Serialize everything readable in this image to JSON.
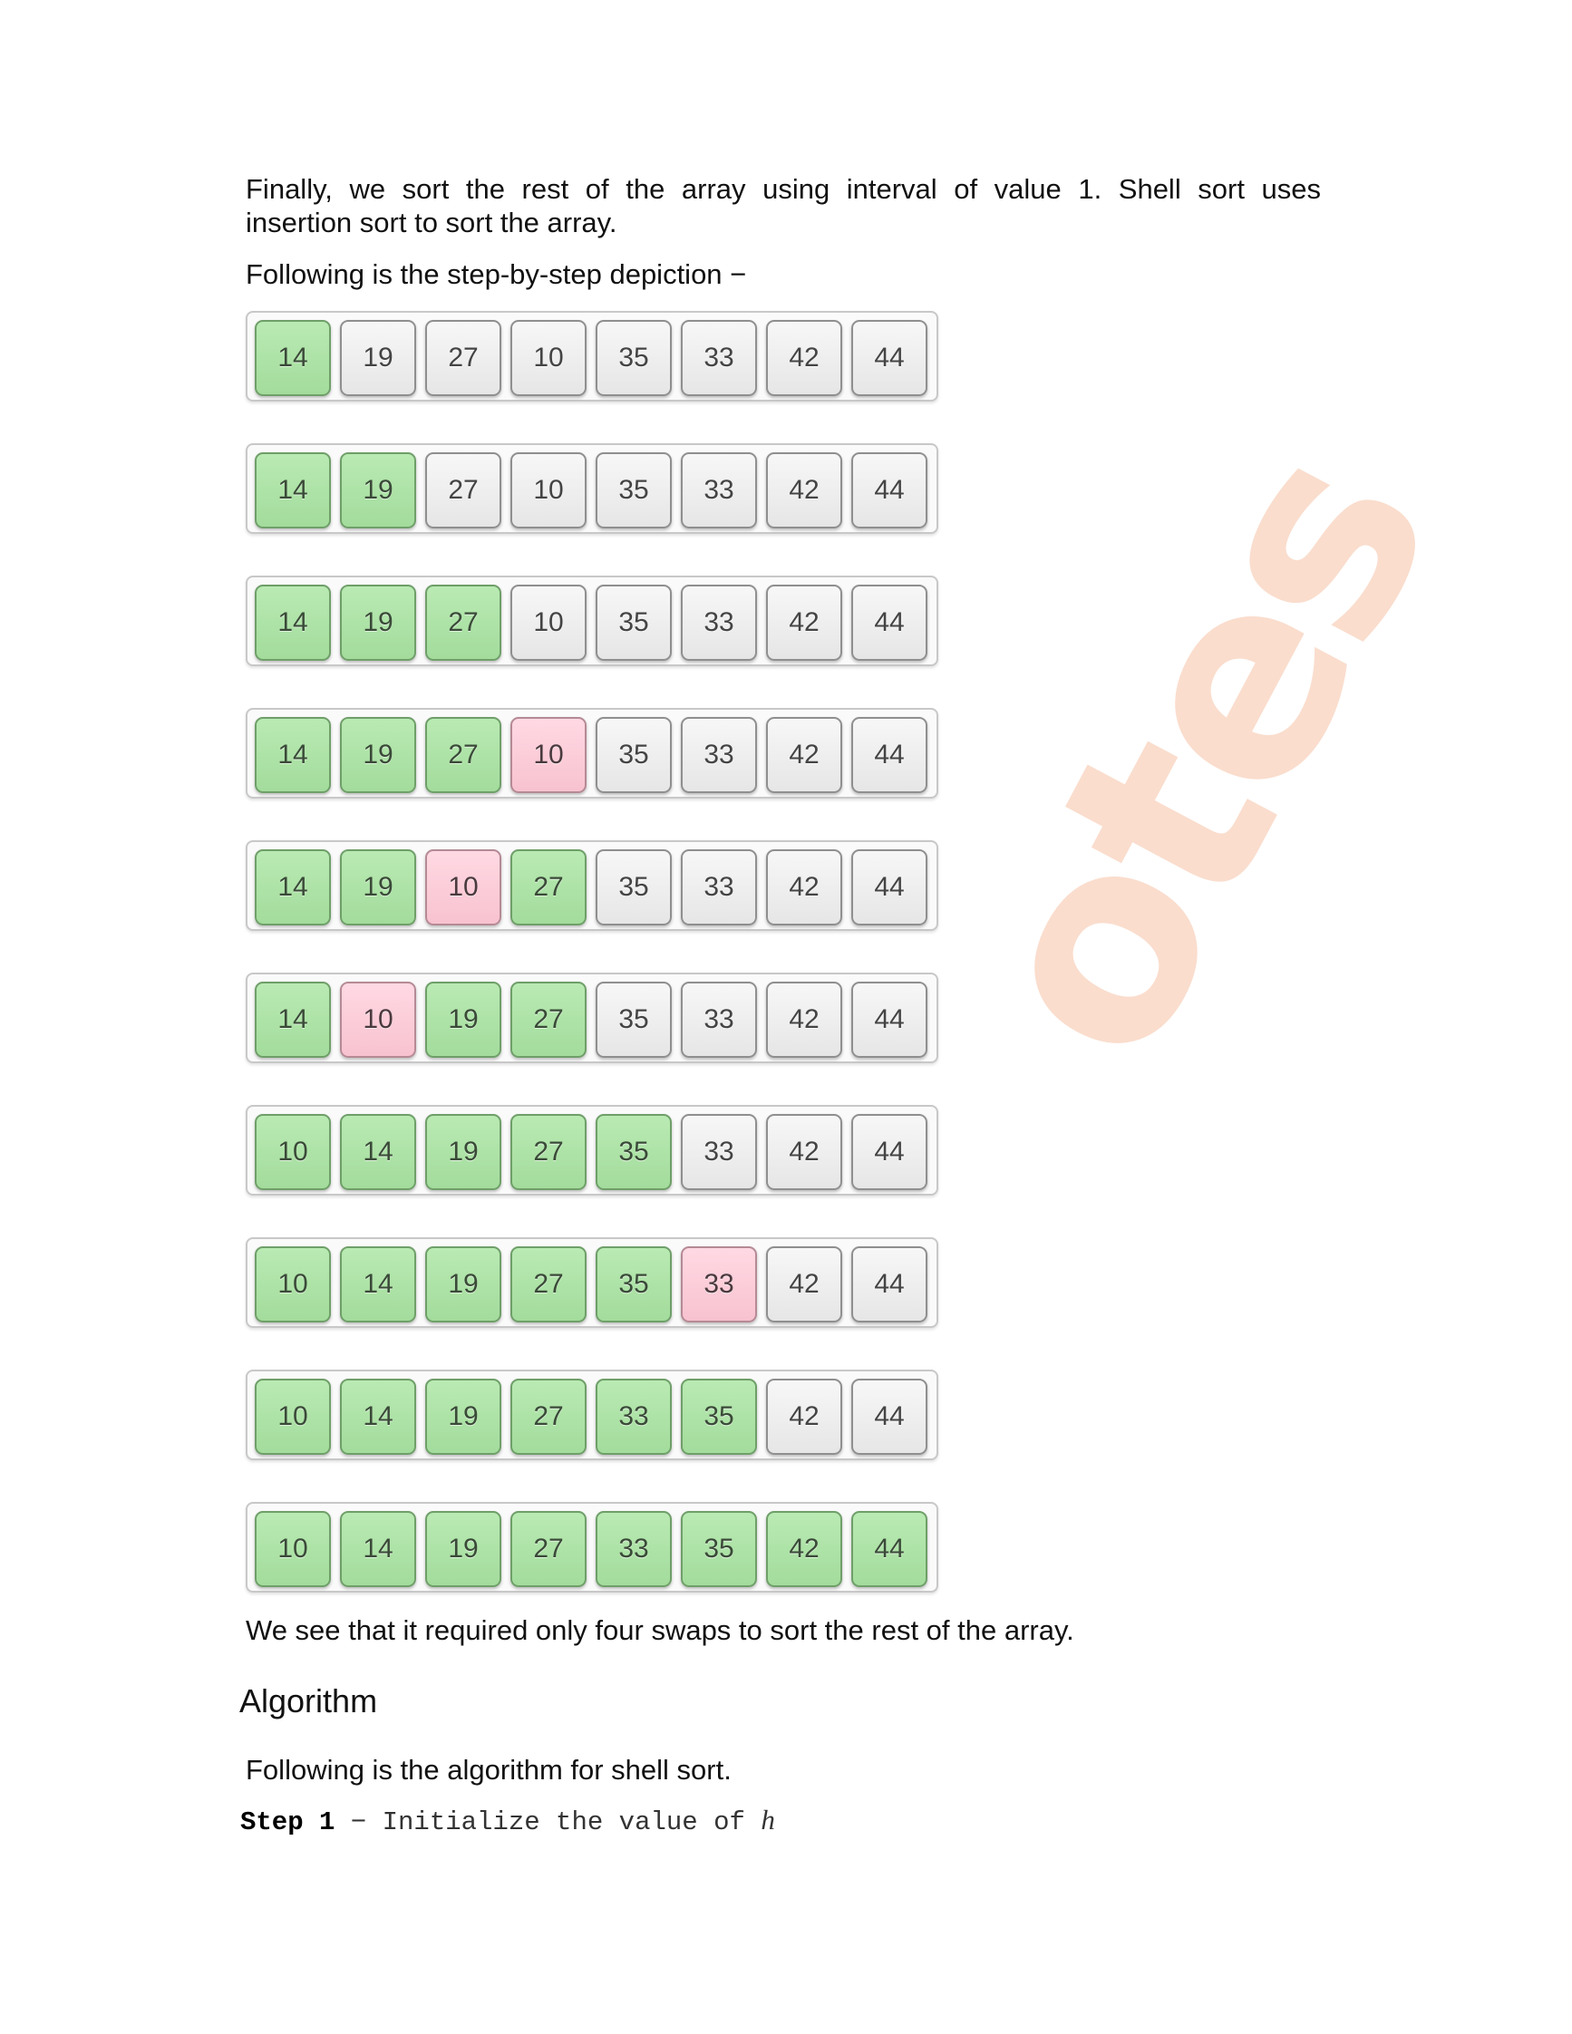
{
  "text": {
    "intro_line1": "Finally, we sort the rest of the array using interval of value 1. Shell sort uses",
    "intro_line2": "insertion sort to sort the array.",
    "depiction_intro": "Following is the step-by-step depiction −",
    "swaps_note": "We see that it required only four swaps to sort the rest of the array.",
    "heading": "Algorithm",
    "algorithm_intro": "Following is the algorithm for shell sort.",
    "step_label": "Step 1",
    "step_text": " − Initialize the value of ",
    "step_var": "h"
  },
  "colors": {
    "sorted": "#a3dc9c",
    "current": "#f8c2d0",
    "unsorted": "#e6e6e6"
  },
  "steps": [
    [
      {
        "v": "14",
        "s": "sorted"
      },
      {
        "v": "19",
        "s": "unsorted"
      },
      {
        "v": "27",
        "s": "unsorted"
      },
      {
        "v": "10",
        "s": "unsorted"
      },
      {
        "v": "35",
        "s": "unsorted"
      },
      {
        "v": "33",
        "s": "unsorted"
      },
      {
        "v": "42",
        "s": "unsorted"
      },
      {
        "v": "44",
        "s": "unsorted"
      }
    ],
    [
      {
        "v": "14",
        "s": "sorted"
      },
      {
        "v": "19",
        "s": "sorted"
      },
      {
        "v": "27",
        "s": "unsorted"
      },
      {
        "v": "10",
        "s": "unsorted"
      },
      {
        "v": "35",
        "s": "unsorted"
      },
      {
        "v": "33",
        "s": "unsorted"
      },
      {
        "v": "42",
        "s": "unsorted"
      },
      {
        "v": "44",
        "s": "unsorted"
      }
    ],
    [
      {
        "v": "14",
        "s": "sorted"
      },
      {
        "v": "19",
        "s": "sorted"
      },
      {
        "v": "27",
        "s": "sorted"
      },
      {
        "v": "10",
        "s": "unsorted"
      },
      {
        "v": "35",
        "s": "unsorted"
      },
      {
        "v": "33",
        "s": "unsorted"
      },
      {
        "v": "42",
        "s": "unsorted"
      },
      {
        "v": "44",
        "s": "unsorted"
      }
    ],
    [
      {
        "v": "14",
        "s": "sorted"
      },
      {
        "v": "19",
        "s": "sorted"
      },
      {
        "v": "27",
        "s": "sorted"
      },
      {
        "v": "10",
        "s": "current"
      },
      {
        "v": "35",
        "s": "unsorted"
      },
      {
        "v": "33",
        "s": "unsorted"
      },
      {
        "v": "42",
        "s": "unsorted"
      },
      {
        "v": "44",
        "s": "unsorted"
      }
    ],
    [
      {
        "v": "14",
        "s": "sorted"
      },
      {
        "v": "19",
        "s": "sorted"
      },
      {
        "v": "10",
        "s": "current"
      },
      {
        "v": "27",
        "s": "sorted"
      },
      {
        "v": "35",
        "s": "unsorted"
      },
      {
        "v": "33",
        "s": "unsorted"
      },
      {
        "v": "42",
        "s": "unsorted"
      },
      {
        "v": "44",
        "s": "unsorted"
      }
    ],
    [
      {
        "v": "14",
        "s": "sorted"
      },
      {
        "v": "10",
        "s": "current"
      },
      {
        "v": "19",
        "s": "sorted"
      },
      {
        "v": "27",
        "s": "sorted"
      },
      {
        "v": "35",
        "s": "unsorted"
      },
      {
        "v": "33",
        "s": "unsorted"
      },
      {
        "v": "42",
        "s": "unsorted"
      },
      {
        "v": "44",
        "s": "unsorted"
      }
    ],
    [
      {
        "v": "10",
        "s": "sorted"
      },
      {
        "v": "14",
        "s": "sorted"
      },
      {
        "v": "19",
        "s": "sorted"
      },
      {
        "v": "27",
        "s": "sorted"
      },
      {
        "v": "35",
        "s": "sorted"
      },
      {
        "v": "33",
        "s": "unsorted"
      },
      {
        "v": "42",
        "s": "unsorted"
      },
      {
        "v": "44",
        "s": "unsorted"
      }
    ],
    [
      {
        "v": "10",
        "s": "sorted"
      },
      {
        "v": "14",
        "s": "sorted"
      },
      {
        "v": "19",
        "s": "sorted"
      },
      {
        "v": "27",
        "s": "sorted"
      },
      {
        "v": "35",
        "s": "sorted"
      },
      {
        "v": "33",
        "s": "current"
      },
      {
        "v": "42",
        "s": "unsorted"
      },
      {
        "v": "44",
        "s": "unsorted"
      }
    ],
    [
      {
        "v": "10",
        "s": "sorted"
      },
      {
        "v": "14",
        "s": "sorted"
      },
      {
        "v": "19",
        "s": "sorted"
      },
      {
        "v": "27",
        "s": "sorted"
      },
      {
        "v": "33",
        "s": "sorted"
      },
      {
        "v": "35",
        "s": "sorted"
      },
      {
        "v": "42",
        "s": "unsorted"
      },
      {
        "v": "44",
        "s": "unsorted"
      }
    ],
    [
      {
        "v": "10",
        "s": "sorted"
      },
      {
        "v": "14",
        "s": "sorted"
      },
      {
        "v": "19",
        "s": "sorted"
      },
      {
        "v": "27",
        "s": "sorted"
      },
      {
        "v": "33",
        "s": "sorted"
      },
      {
        "v": "35",
        "s": "sorted"
      },
      {
        "v": "42",
        "s": "sorted"
      },
      {
        "v": "44",
        "s": "sorted"
      }
    ]
  ]
}
